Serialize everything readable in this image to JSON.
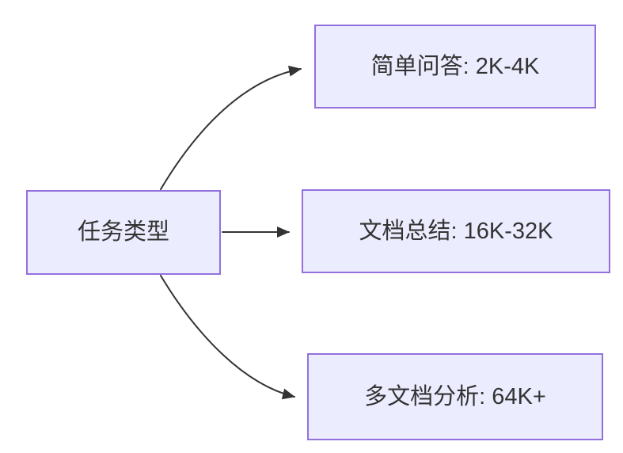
{
  "diagram": {
    "type": "flowchart",
    "direction": "LR",
    "background": "#ffffff",
    "node_fill": "#ECECFF",
    "node_border": "#9370DB",
    "edge_color": "#333333",
    "text_color": "#333333",
    "nodes": [
      {
        "id": "task-type",
        "label": "任务类型",
        "role": "root"
      },
      {
        "id": "simple-qa",
        "label": "简单问答: 2K-4K"
      },
      {
        "id": "doc-summary",
        "label": "文档总结: 16K-32K"
      },
      {
        "id": "multi-doc",
        "label": "多文档分析: 64K+"
      }
    ],
    "edges": [
      {
        "from": "task-type",
        "to": "simple-qa"
      },
      {
        "from": "task-type",
        "to": "doc-summary"
      },
      {
        "from": "task-type",
        "to": "multi-doc"
      }
    ]
  }
}
